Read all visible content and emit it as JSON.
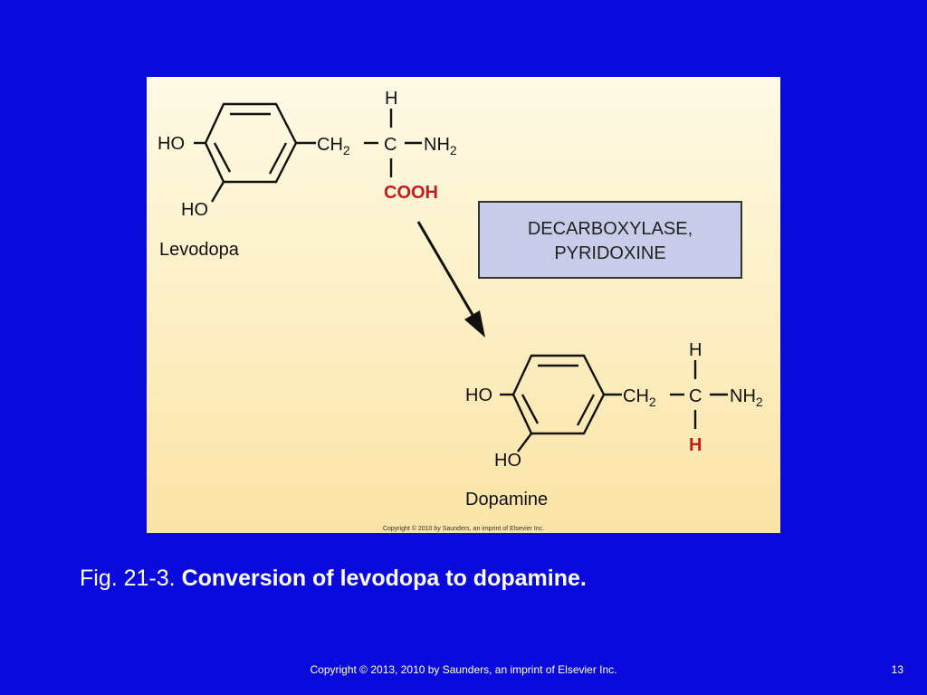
{
  "figure": {
    "levodopa": {
      "name": "Levodopa",
      "ho_top": "HO",
      "ho_bottom": "HO",
      "ch": "CH",
      "sub2": "2",
      "c": "C",
      "nh": "NH",
      "h_top": "H",
      "group_bottom": "COOH"
    },
    "dopamine": {
      "name": "Dopamine",
      "ho_top": "HO",
      "ho_bottom": "HO",
      "ch": "CH",
      "sub2": "2",
      "c": "C",
      "nh": "NH",
      "h_top": "H",
      "group_bottom": "H"
    },
    "enzyme_box": {
      "line1": "DECARBOXYLASE,",
      "line2": "PYRIDOXINE"
    },
    "figure_copyright": "Copyright © 2010 by Saunders, an imprint of Elsevier Inc.",
    "colors": {
      "highlight": "#c41c1c",
      "enzyme_box_fill": "#c9cce8"
    }
  },
  "caption": {
    "prefix": "Fig. 21-3.",
    "title": "Conversion of levodopa to dopamine."
  },
  "footer": {
    "copyright": "Copyright © 2013, 2010 by Saunders, an imprint of Elsevier Inc.",
    "slide_number": "13"
  }
}
